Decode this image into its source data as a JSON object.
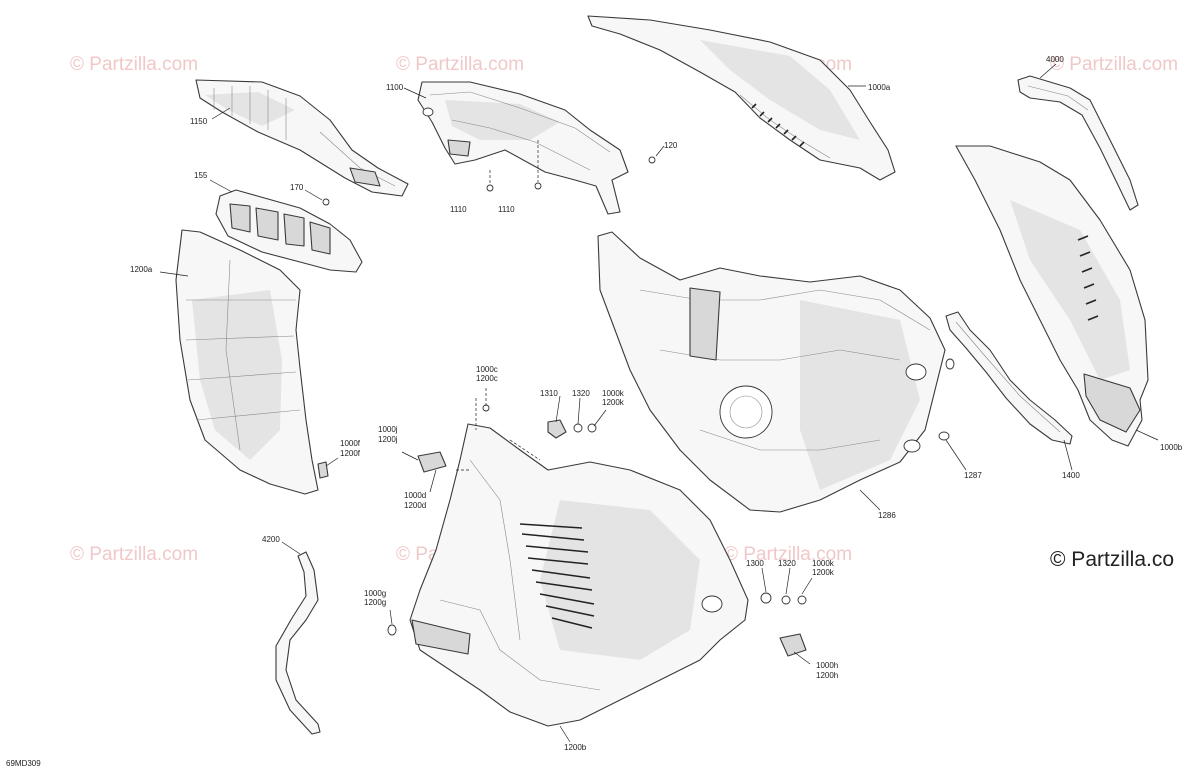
{
  "watermarks": {
    "text": "© Partzilla.com",
    "brand_text": "© Partzilla.co",
    "color": "#f0c8c8"
  },
  "diagram_id": "69MD309",
  "callouts": {
    "p1150": "1150",
    "p1100": "1100",
    "p1000a": "1000a",
    "p4000": "4000",
    "p120": "120",
    "p1110a": "1110",
    "p1110b": "1110",
    "p155": "155",
    "p170": "170",
    "p1200a": "1200a",
    "p1000c": "1000c",
    "p1200c": "1200c",
    "p1310": "1310",
    "p1320a": "1320",
    "p1000k_a": "1000k",
    "p1200k_a": "1200k",
    "p1000j": "1000j",
    "p1200j": "1200j",
    "p1000f": "1000f",
    "p1200f": "1200f",
    "p1000d": "1000d",
    "p1200d": "1200d",
    "p1287": "1287",
    "p1400": "1400",
    "p1000b": "1000b",
    "p1286": "1286",
    "p4200": "4200",
    "p1300": "1300",
    "p1320b": "1320",
    "p1000k_b": "1000k",
    "p1200k_b": "1200k",
    "p1000g": "1000g",
    "p1200g": "1200g",
    "p1000h": "1000h",
    "p1200h": "1200h",
    "p1200b": "1200b"
  }
}
